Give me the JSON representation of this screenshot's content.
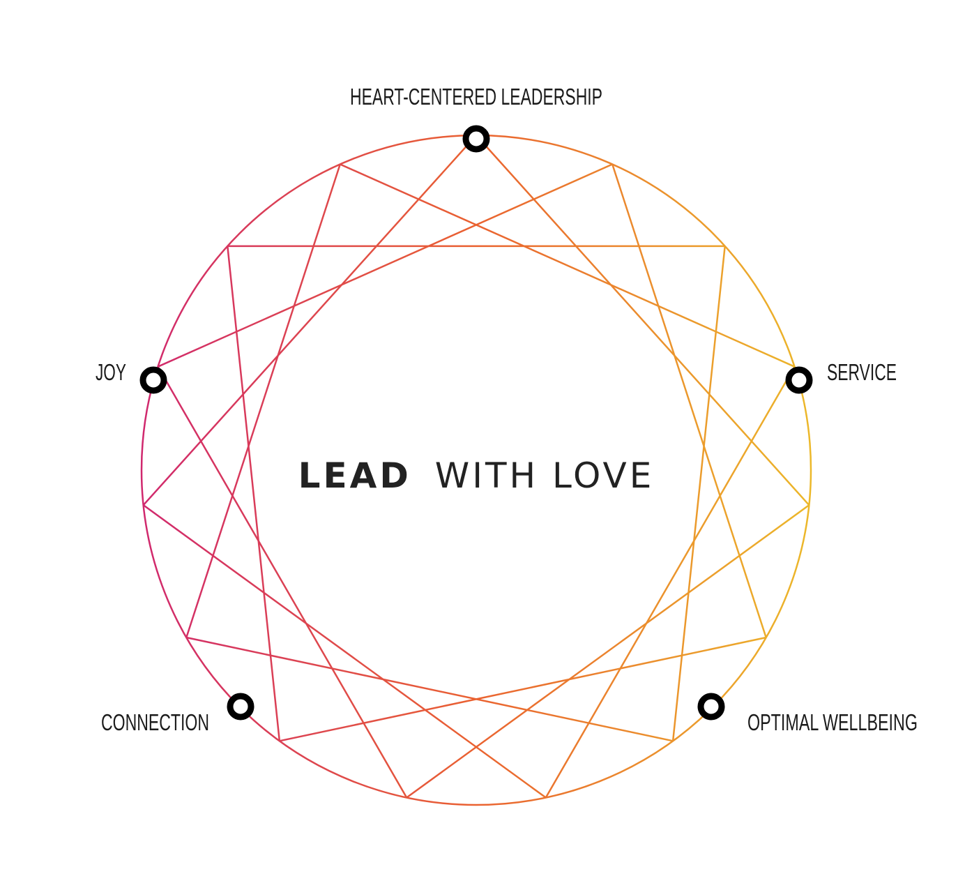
{
  "center": {
    "strong": "LEAD",
    "light": "WITH LOVE"
  },
  "nodes": [
    {
      "id": "heart-centered-leadership",
      "label": "HEART-CENTERED LEADERSHIP"
    },
    {
      "id": "service",
      "label": "SERVICE"
    },
    {
      "id": "optimal-wellbeing",
      "label": "OPTIMAL WELLBEING"
    },
    {
      "id": "connection",
      "label": "CONNECTION"
    },
    {
      "id": "joy",
      "label": "JOY"
    }
  ],
  "colors": {
    "gradient_left": "#d0286e",
    "gradient_mid": "#ea6230",
    "gradient_right": "#ecb82a",
    "marker": "#000000",
    "marker_fill": "#ffffff",
    "text": "#1a1a1a"
  }
}
